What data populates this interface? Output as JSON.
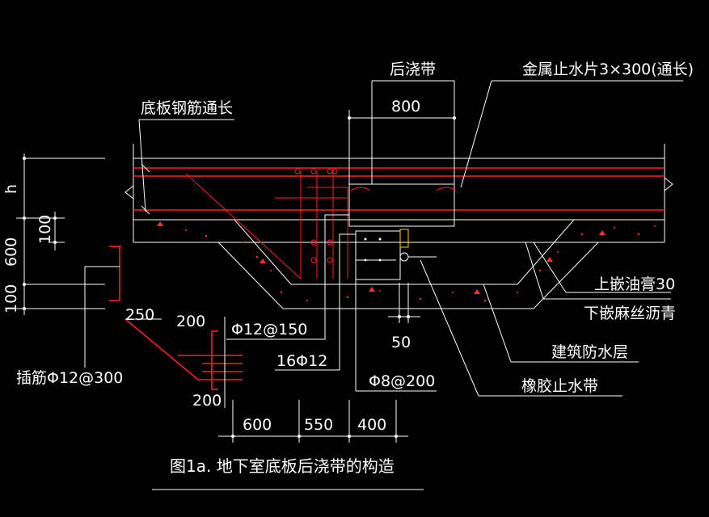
{
  "labels": {
    "post_pour_strip": "后浇带",
    "strip_width": "800",
    "waterstop_plate": "金属止水片3×300(通长)",
    "slab_rebar": "底板钢筋通长",
    "h": "h",
    "dim_100_upper": "100",
    "dim_600": "600",
    "dim_100_lower": "100",
    "dowel": "插筋Φ12@300",
    "dim_250": "250",
    "dim_200_top": "200",
    "dim_200_bottom": "200",
    "rebar_phi12_150": "Φ12@150",
    "rebar_16phi12": "16Φ12",
    "stirrup_phi8_200": "Φ8@200",
    "dim_50": "50",
    "bottom_dim_600": "600",
    "bottom_dim_550": "550",
    "bottom_dim_400": "400",
    "upper_sealant": "上嵌油膏30",
    "lower_sealant": "下嵌麻丝沥青",
    "waterproof_layer": "建筑防水层",
    "rubber_waterstop": "橡胶止水带",
    "caption": "图1a. 地下室底板后浇带的构造"
  },
  "colors": {
    "background": "#000000",
    "linework": "#ffffff",
    "rebar": "#ff2020",
    "concrete_hatch": "#ff3030"
  }
}
